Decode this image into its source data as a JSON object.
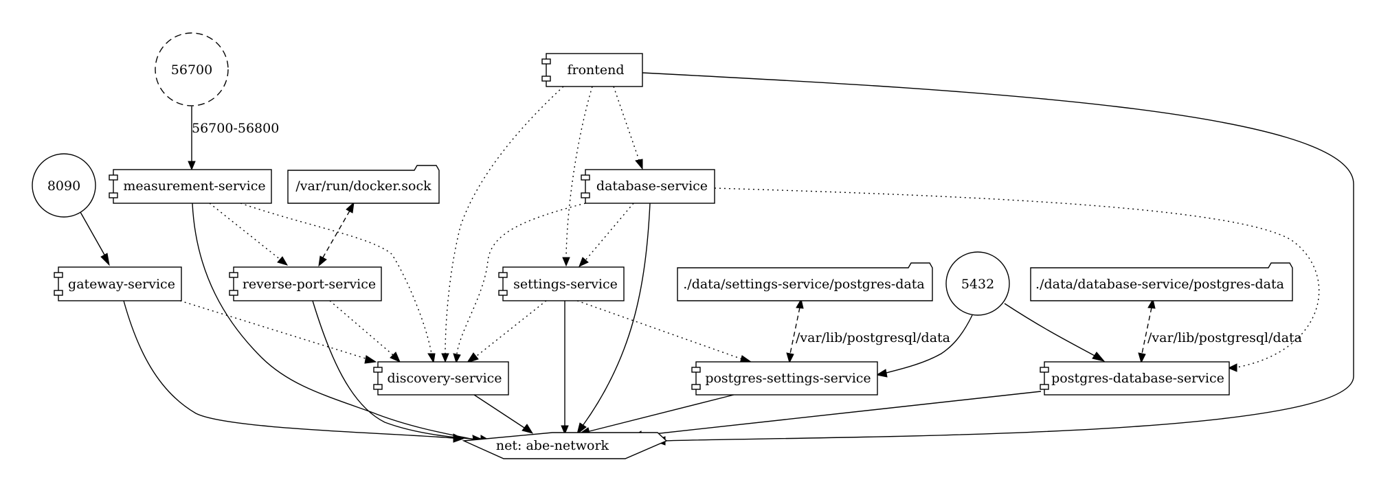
{
  "services": {
    "frontend": "frontend",
    "measurement": "measurement-service",
    "database": "database-service",
    "gateway": "gateway-service",
    "reverse_port": "reverse-port-service",
    "settings": "settings-service",
    "discovery": "discovery-service",
    "postgres_settings": "postgres-settings-service",
    "postgres_database": "postgres-database-service"
  },
  "ports": {
    "p56700": "56700",
    "p8090": "8090",
    "p5432": "5432"
  },
  "volumes": {
    "docker_sock": "/var/run/docker.sock",
    "settings_data": "./data/settings-service/postgres-data",
    "database_data": "./data/database-service/postgres-data"
  },
  "network": {
    "label": "net: abe-network"
  },
  "edge_labels": {
    "port_range": "56700-56800",
    "settings_mount": "/var/lib/postgresql/data",
    "database_mount": "/var/lib/postgresql/data"
  }
}
